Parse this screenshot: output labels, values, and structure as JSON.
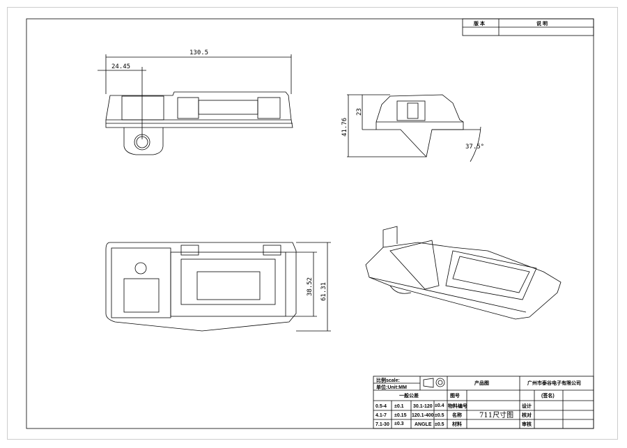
{
  "revision_table": {
    "version_header": "版 本",
    "description_header": "说 明"
  },
  "dimensions": {
    "overall_length": "130.5",
    "camera_offset": "24.45",
    "height_top": "23",
    "height_total": "41.76",
    "angle": "37.5°",
    "inner_width": "38.52",
    "overall_width": "61.31"
  },
  "title_block": {
    "scale_label": "比例scale:",
    "unit_label": "单位:Unit:MM",
    "drawing_type": "产品图",
    "company": "广州市泰谷电子有限公司",
    "general_tolerance": "一般公差",
    "drawing_no_label": "图号",
    "signature_label": "(签名)",
    "tolerances": [
      {
        "range": "0.5-4",
        "tol": "±0.1",
        "range2": "30.1-120",
        "tol2": "±0.4",
        "field": "物料编号",
        "value": "",
        "role": "设计"
      },
      {
        "range": "4.1-7",
        "tol": "±0.15",
        "range2": "120.1-400",
        "tol2": "±0.5",
        "field": "名称",
        "value": "711尺寸图",
        "role": "核对"
      },
      {
        "range": "7.1-30",
        "tol": "±0.3",
        "range2": "ANGLE",
        "tol2": "±0.5",
        "field": "材料",
        "value": "",
        "role": "审核"
      }
    ]
  }
}
